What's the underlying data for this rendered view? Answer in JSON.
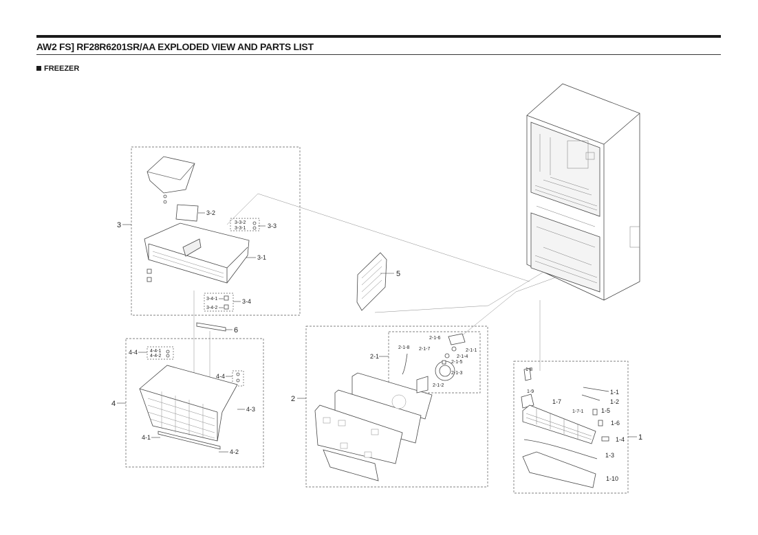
{
  "header": {
    "title": "AW2 FS] RF28R6201SR/AA EXPLODED VIEW AND PARTS LIST",
    "section": "FREEZER"
  },
  "callouts": {
    "g3": "3",
    "p3_1": "3-1",
    "p3_2": "3-2",
    "p3_3": "3-3",
    "p3_3_1": "3-3-1",
    "p3_3_2": "3-3-2",
    "p3_4": "3-4",
    "p3_4_1": "3-4-1",
    "p3_4_2": "3-4-2",
    "g4": "4",
    "p4_1": "4-1",
    "p4_2": "4-2",
    "p4_3": "4-3",
    "p4_4a": "4-4",
    "p4_4b": "4-4",
    "p4_4_1": "4-4-1",
    "p4_4_2": "4-4-2",
    "p5": "5",
    "p6": "6",
    "g2": "2",
    "p2_1": "2-1",
    "p2_1_1": "2-1-1",
    "p2_1_2": "2-1-2",
    "p2_1_3": "2-1-3",
    "p2_1_4": "2-1-4",
    "p2_1_5": "2-1-5",
    "p2_1_6": "2-1-6",
    "p2_1_7": "2-1-7",
    "p2_1_8": "2-1-8",
    "g1": "1",
    "p1_1": "1-1",
    "p1_2": "1-2",
    "p1_3": "1-3",
    "p1_4": "1-4",
    "p1_5": "1-5",
    "p1_6": "1-6",
    "p1_7": "1-7",
    "p1_7_1": "1-7-1",
    "p1_8": "1-8",
    "p1_9": "1-9",
    "p1_10": "1-10"
  }
}
